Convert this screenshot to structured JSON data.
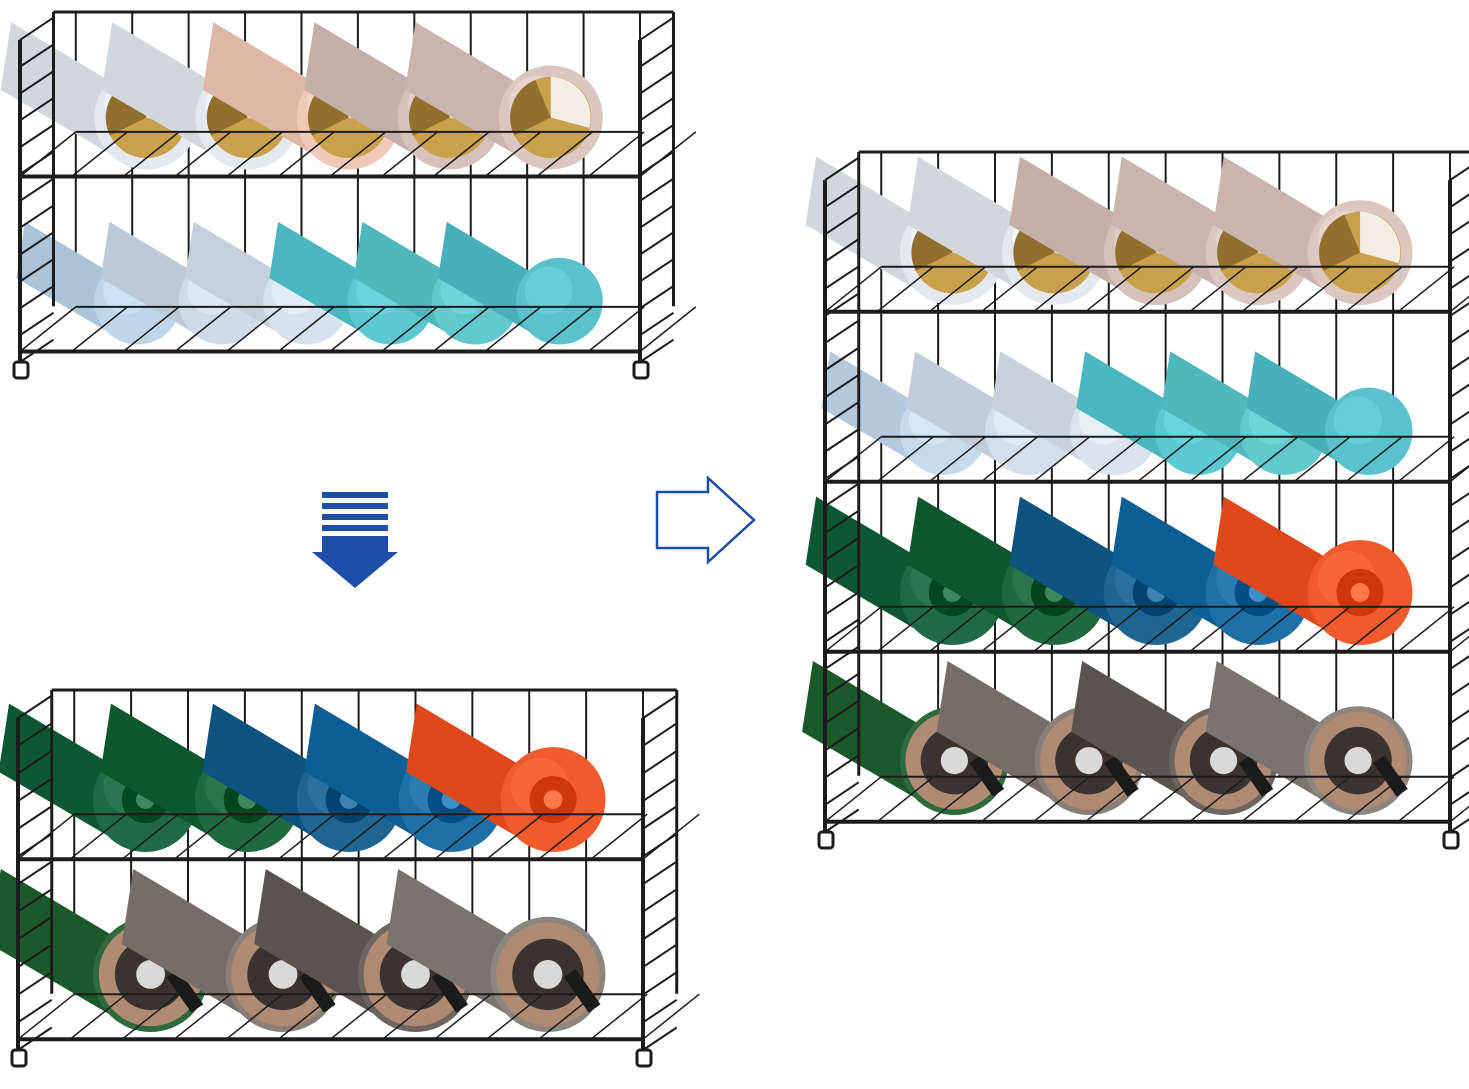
{
  "image": {
    "kind": "product-photo",
    "background_color": "#ffffff",
    "rack_color": "#1c1c1c",
    "arrow_color": "#1d4fa8"
  },
  "racks": {
    "top_left": {
      "tiers": 2,
      "rows": [
        {
          "bottles": [
            "#e3e9ee",
            "#e4e9ee",
            "#f0c9b8",
            "#d6c2bb",
            "#dcc6c0"
          ],
          "caps": "gold"
        },
        {
          "bottles": [
            "#bed6ea",
            "#cfdbe9",
            "#d6e2ee",
            "#5cc8d2",
            "#62c9cf",
            "#59c2cc"
          ],
          "caps": "none"
        }
      ]
    },
    "bottom_left": {
      "tiers": 2,
      "rows": [
        {
          "bottles": [
            "#1f6a45",
            "#20683f",
            "#1e6591",
            "#1f70a6",
            "#f05a2c"
          ],
          "caps": "sport"
        },
        {
          "bottles": [
            "#2d6b3d",
            "#8a7f78",
            "#6f6560",
            "#8c8680"
          ],
          "caps": "steel"
        }
      ]
    },
    "right": {
      "tiers": 4,
      "rows": [
        {
          "bottles": [
            "#e3e9ee",
            "#e4e9ee",
            "#d6c2bb",
            "#dcc6c0",
            "#dcc6c0"
          ],
          "caps": "gold"
        },
        {
          "bottles": [
            "#c6dcee",
            "#d3dfec",
            "#dae4ef",
            "#5cc8d2",
            "#62c9cf",
            "#59c2cc"
          ],
          "caps": "none"
        },
        {
          "bottles": [
            "#1f6a45",
            "#20683f",
            "#1e6591",
            "#1f70a6",
            "#f05a2c"
          ],
          "caps": "sport"
        },
        {
          "bottles": [
            "#2d6b3d",
            "#8a7f78",
            "#6f6560",
            "#8c8680"
          ],
          "caps": "steel"
        }
      ]
    }
  },
  "arrows": {
    "down": {
      "direction": "down",
      "style": "solid-striped"
    },
    "right": {
      "direction": "right",
      "style": "outline"
    }
  }
}
